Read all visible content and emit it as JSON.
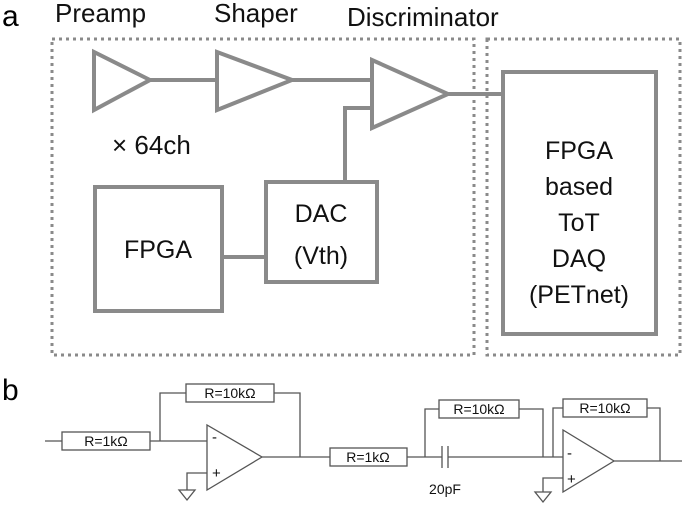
{
  "panel_a": {
    "label": "a",
    "stage_labels": {
      "preamp": "Preamp",
      "shaper": "Shaper",
      "discriminator": "Discriminator"
    },
    "channels": "× 64ch",
    "fpga": "FPGA",
    "dac": [
      "DAC",
      "(Vth)"
    ],
    "daq": [
      "FPGA",
      "based",
      "ToT",
      "DAQ",
      "(PETnet)"
    ]
  },
  "panel_b": {
    "label": "b",
    "r_in_1": "R=1kΩ",
    "r_fb_1": "R=10kΩ",
    "r_in_2": "R=1kΩ",
    "r_fb_2": "R=10kΩ",
    "r_fb_3": "R=10kΩ",
    "capacitor": "20pF",
    "op_minus": "-",
    "op_plus": "+"
  }
}
